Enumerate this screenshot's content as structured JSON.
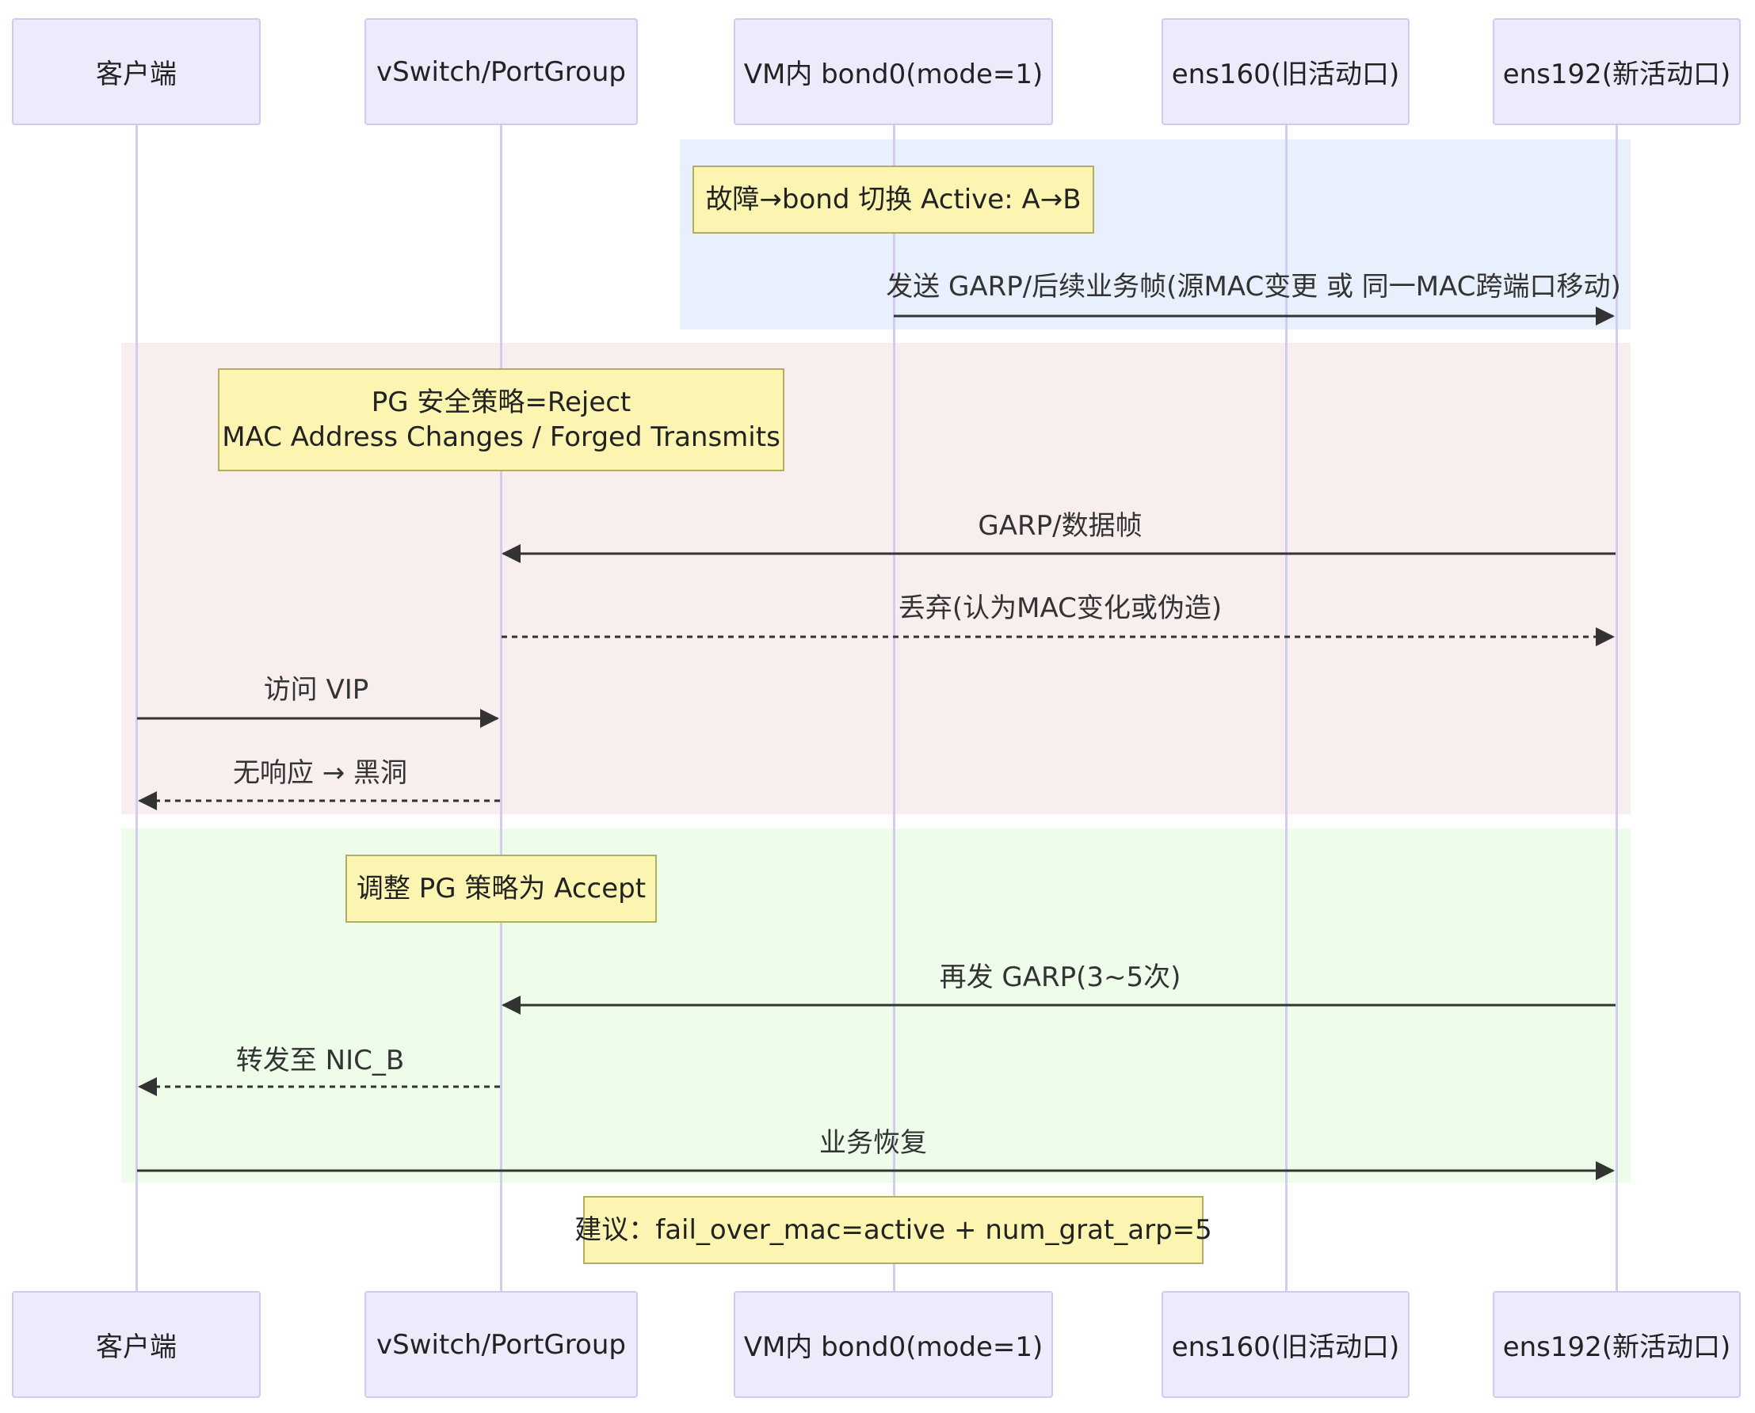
{
  "participants": [
    {
      "id": "client",
      "label": "客户端"
    },
    {
      "id": "vswitch",
      "label": "vSwitch/PortGroup"
    },
    {
      "id": "bond",
      "label": "VM内 bond0(mode=1)"
    },
    {
      "id": "ens160",
      "label": "ens160(旧活动口)"
    },
    {
      "id": "ens192",
      "label": "ens192(新活动口)"
    }
  ],
  "groups": [
    {
      "name": "failover",
      "color": "#e8f0fd"
    },
    {
      "name": "reject",
      "color": "#f8eeee"
    },
    {
      "name": "accept",
      "color": "#edfdea"
    }
  ],
  "notes": {
    "failover": {
      "lines": [
        "故障→bond 切换 Active: A→B"
      ]
    },
    "policy": {
      "lines": [
        "PG 安全策略=Reject",
        "MAC Address Changes / Forged Transmits"
      ]
    },
    "adjust": {
      "lines": [
        "调整 PG 策略为 Accept"
      ]
    },
    "suggest": {
      "lines": [
        "建议：fail_over_mac=active + num_grat_arp=5"
      ]
    }
  },
  "messages": [
    {
      "from": "bond",
      "to": "ens192",
      "label": "发送 GARP/后续业务帧(源MAC变更 或 同一MAC跨端口移动)",
      "style": "solid"
    },
    {
      "from": "ens192",
      "to": "vswitch",
      "label": "GARP/数据帧",
      "style": "solid"
    },
    {
      "from": "vswitch",
      "to": "ens192",
      "label": "丢弃(认为MAC变化或伪造)",
      "style": "dashed"
    },
    {
      "from": "client",
      "to": "vswitch",
      "label": "访问 VIP",
      "style": "solid"
    },
    {
      "from": "vswitch",
      "to": "client",
      "label": "无响应 → 黑洞",
      "style": "dashed"
    },
    {
      "from": "ens192",
      "to": "vswitch",
      "label": "再发 GARP(3~5次)",
      "style": "solid"
    },
    {
      "from": "vswitch",
      "to": "client",
      "label": "转发至 NIC_B",
      "style": "dashed"
    },
    {
      "from": "client",
      "to": "ens192",
      "label": "业务恢复",
      "style": "solid"
    }
  ],
  "colors": {
    "line": "#333333",
    "lifeline": "#d2cdf0",
    "actor_fill": "#ecebfc",
    "note_fill": "#fbf5b1"
  }
}
